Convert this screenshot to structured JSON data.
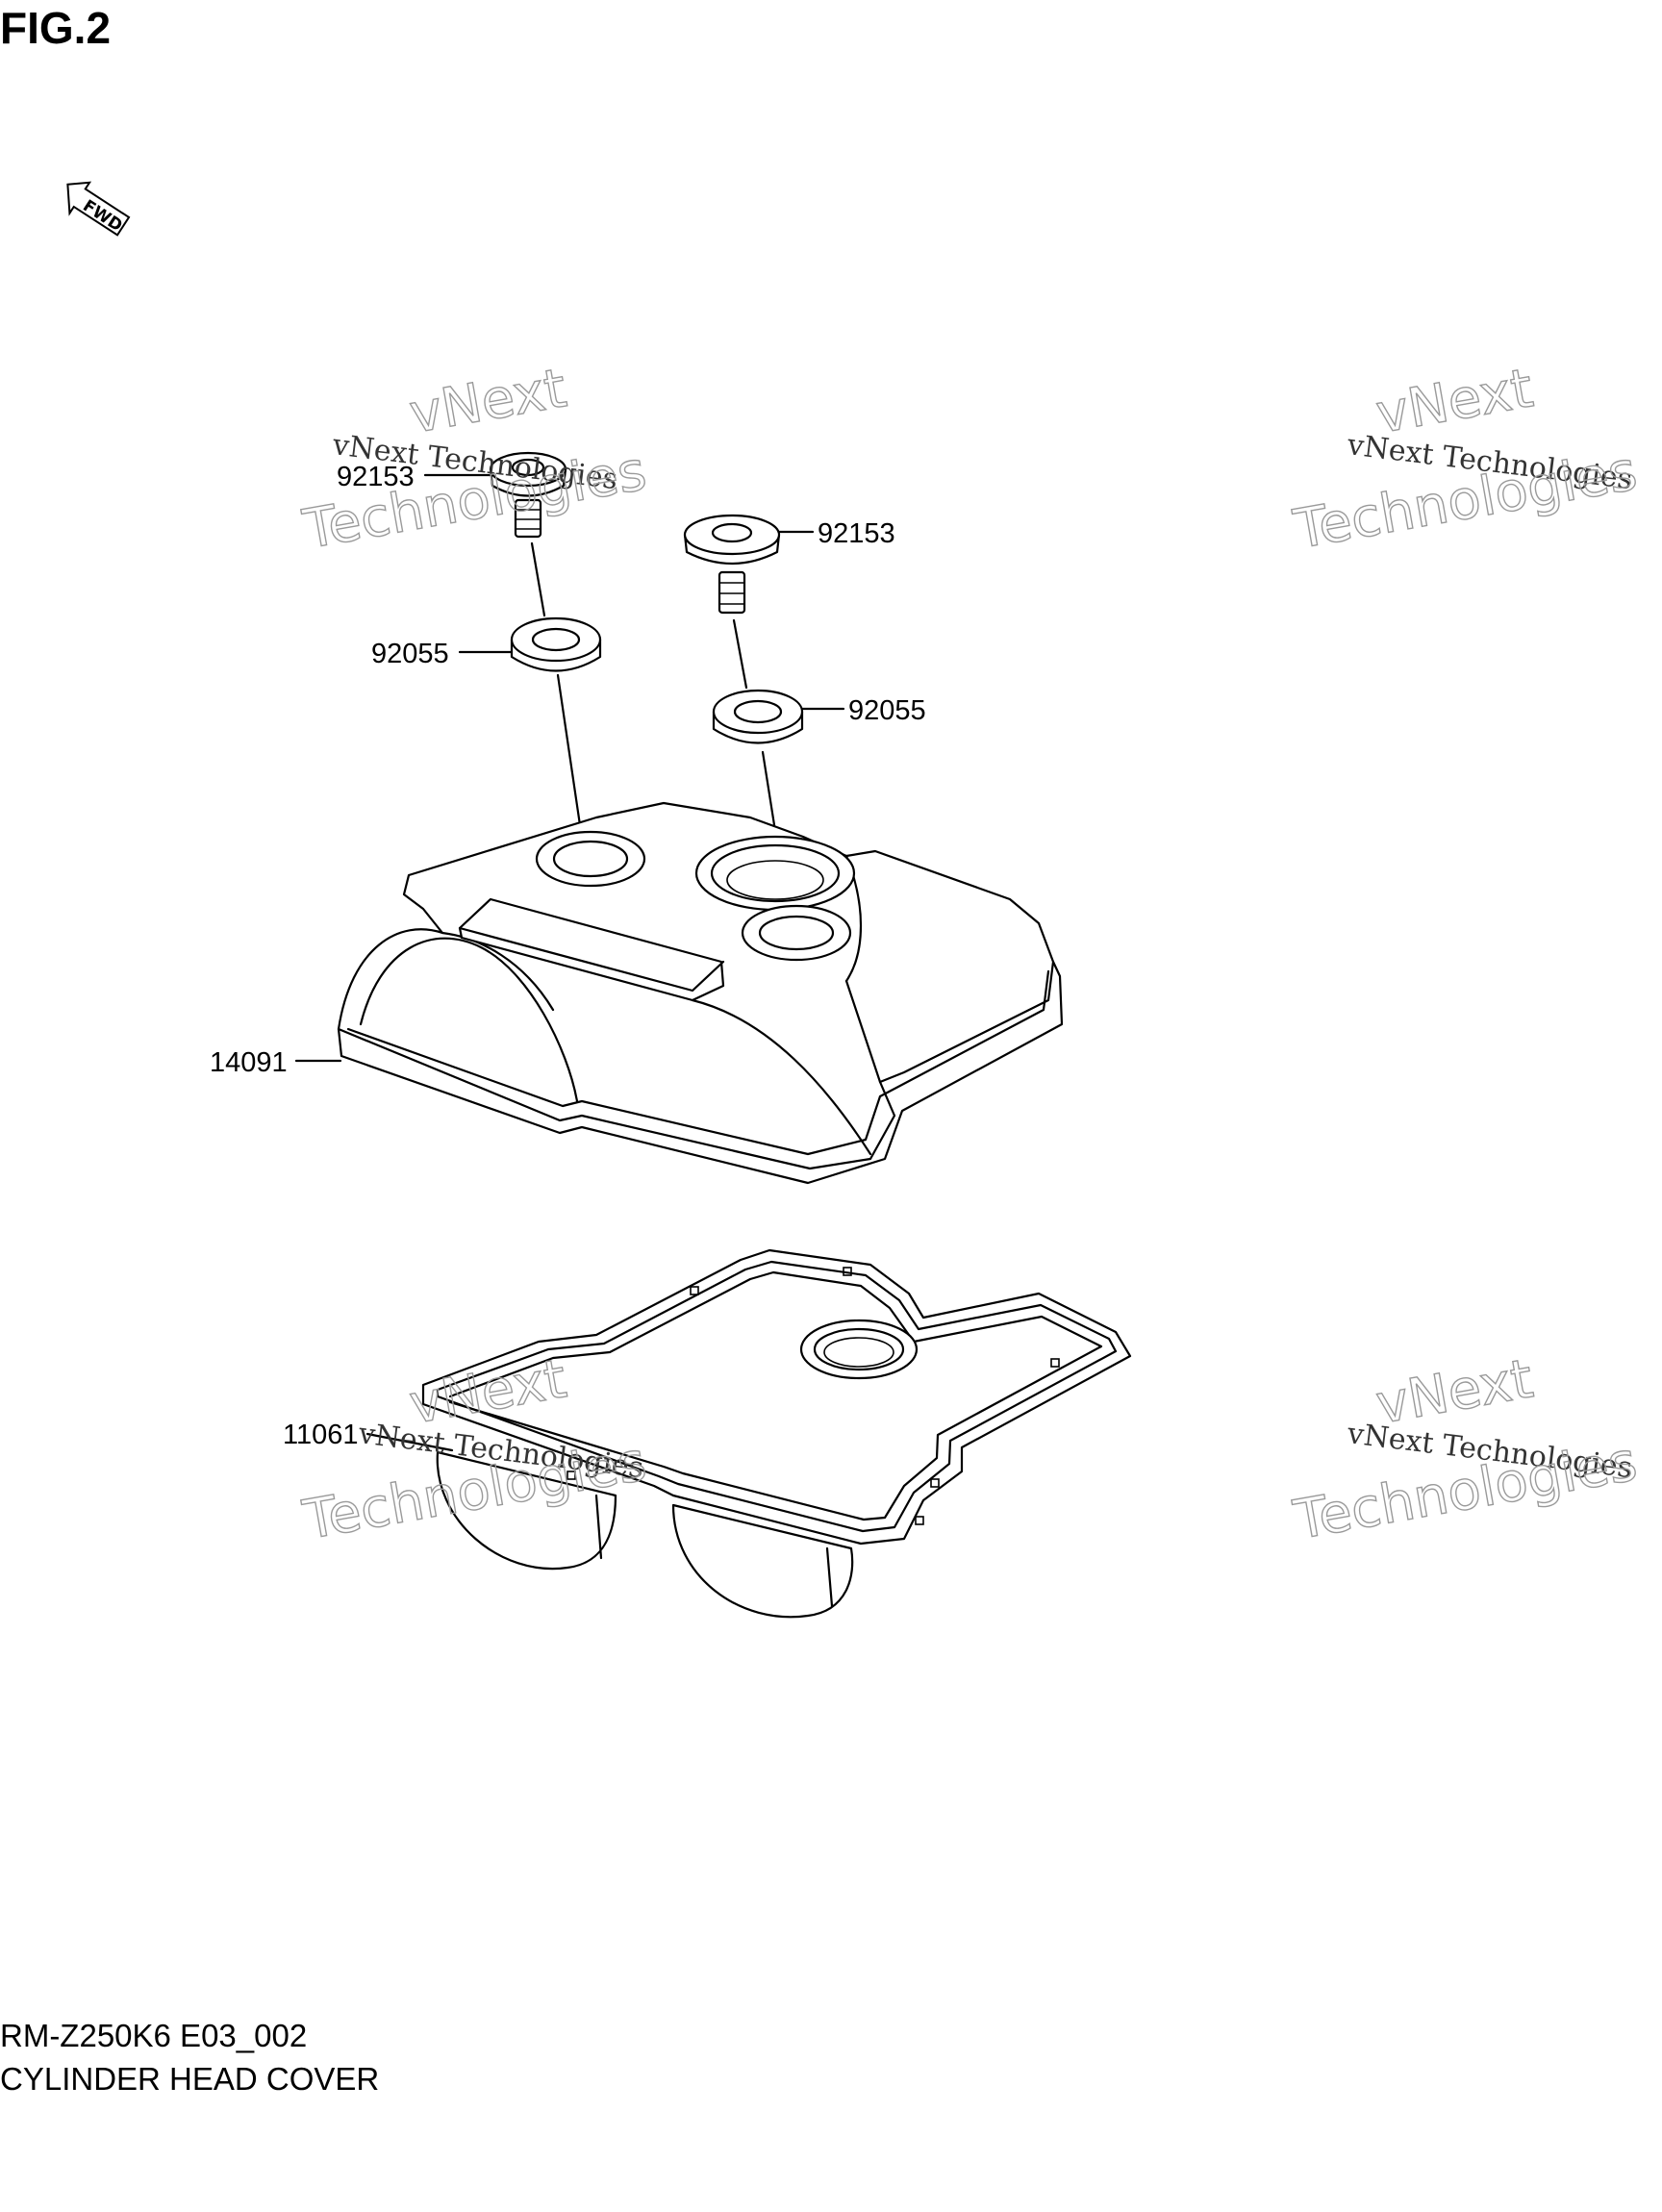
{
  "figure": {
    "title": "FIG.2"
  },
  "fwd_indicator": {
    "label": "FWD",
    "icon": "fwd-arrow-icon"
  },
  "callouts": [
    {
      "id": "bolt-left",
      "part_number": "92153"
    },
    {
      "id": "bolt-right",
      "part_number": "92153"
    },
    {
      "id": "washer-left",
      "part_number": "92055"
    },
    {
      "id": "washer-right",
      "part_number": "92055"
    },
    {
      "id": "head-cover",
      "part_number": "14091"
    },
    {
      "id": "gasket",
      "part_number": "11061"
    }
  ],
  "watermarks": [
    {
      "line1": "vNext Technologies",
      "line2": "vNext",
      "line3": "Technologies"
    },
    {
      "line1": "vNext Technologies",
      "line2": "vNext",
      "line3": "Technologies"
    },
    {
      "line1": "vNext Technologies",
      "line2": "vNext",
      "line3": "Technologies"
    },
    {
      "line1": "vNext Technologies",
      "line2": "vNext",
      "line3": "Technologies"
    }
  ],
  "footer": {
    "diagram_code": "RM-Z250K6 E03_002",
    "section_name": "CYLINDER HEAD COVER"
  }
}
